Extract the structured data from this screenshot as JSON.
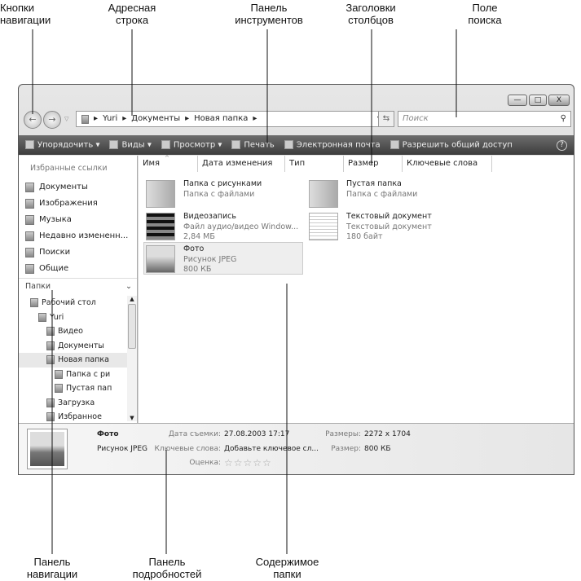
{
  "callouts_top": {
    "nav_buttons": [
      "Кнопки",
      "навигации"
    ],
    "address_bar": [
      "Адресная",
      "строка"
    ],
    "toolbar": [
      "Панель",
      "инструментов"
    ],
    "column_headers": [
      "Заголовки",
      "столбцов"
    ],
    "search_field": [
      "Поле",
      "поиска"
    ]
  },
  "callouts_bottom": {
    "nav_pane": [
      "Панель",
      "навигации"
    ],
    "details_pane": [
      "Панель",
      "подробностей"
    ],
    "folder_contents": [
      "Содержимое",
      "папки"
    ]
  },
  "window": {
    "controls": {
      "minimize": "—",
      "maximize": "□",
      "close": "X"
    },
    "nav": {
      "back": "←",
      "forward": "→"
    },
    "breadcrumb": [
      "Yuri",
      "Документы",
      "Новая папка"
    ],
    "search_placeholder": "Поиск",
    "toolbar": [
      {
        "label": "Упорядочить ▾",
        "icon": "organize-icon"
      },
      {
        "label": "Виды ▾",
        "icon": "views-icon"
      },
      {
        "label": "Просмотр ▾",
        "icon": "preview-icon"
      },
      {
        "label": "Печать",
        "icon": "print-icon"
      },
      {
        "label": "Электронная почта",
        "icon": "email-icon"
      },
      {
        "label": "Разрешить общий доступ",
        "icon": "share-icon"
      }
    ],
    "help": "?",
    "favorites_title": "Избранные ссылки",
    "favorites": [
      "Документы",
      "Изображения",
      "Музыка",
      "Недавно измененн...",
      "Поиски",
      "Общие"
    ],
    "folders_title": "Папки",
    "tree": [
      {
        "label": "Рабочий стол",
        "level": 0
      },
      {
        "label": "Yuri",
        "level": 1
      },
      {
        "label": "Видео",
        "level": 2
      },
      {
        "label": "Документы",
        "level": 2
      },
      {
        "label": "Новая папка",
        "level": 2,
        "selected": true
      },
      {
        "label": "Папка с ри",
        "level": 3
      },
      {
        "label": "Пустая пап",
        "level": 3
      },
      {
        "label": "Загрузка",
        "level": 2
      },
      {
        "label": "Избранное",
        "level": 2
      }
    ],
    "columns": [
      "Имя",
      "Дата изменения",
      "Тип",
      "Размер",
      "Ключевые слова"
    ],
    "items": [
      {
        "name": "Папка с рисунками",
        "type": "Папка с файлами",
        "size": "",
        "icon": "folder-pictures-icon"
      },
      {
        "name": "Пустая папка",
        "type": "Папка с файлами",
        "size": "",
        "icon": "folder-icon"
      },
      {
        "name": "Видеозапись",
        "type": "Файл аудио/видео Window...",
        "size": "2,84 МБ",
        "icon": "video-icon"
      },
      {
        "name": "Текстовый документ",
        "type": "Текстовый документ",
        "size": "180 байт",
        "icon": "text-document-icon"
      },
      {
        "name": "Фото",
        "type": "Рисунок JPEG",
        "size": "800 КБ",
        "icon": "photo-icon",
        "selected": true
      }
    ],
    "details": {
      "name": "Фото",
      "type": "Рисунок JPEG",
      "date_label": "Дата съемки:",
      "date_value": "27.08.2003 17:17",
      "keywords_label": "Ключевые слова:",
      "keywords_value": "Добавьте ключевое сл...",
      "rating_label": "Оценка:",
      "rating": 0,
      "stars": "☆☆☆☆☆",
      "dims_label": "Размеры:",
      "dims_value": "2272 x 1704",
      "size_label": "Размер:",
      "size_value": "800 КБ"
    }
  }
}
